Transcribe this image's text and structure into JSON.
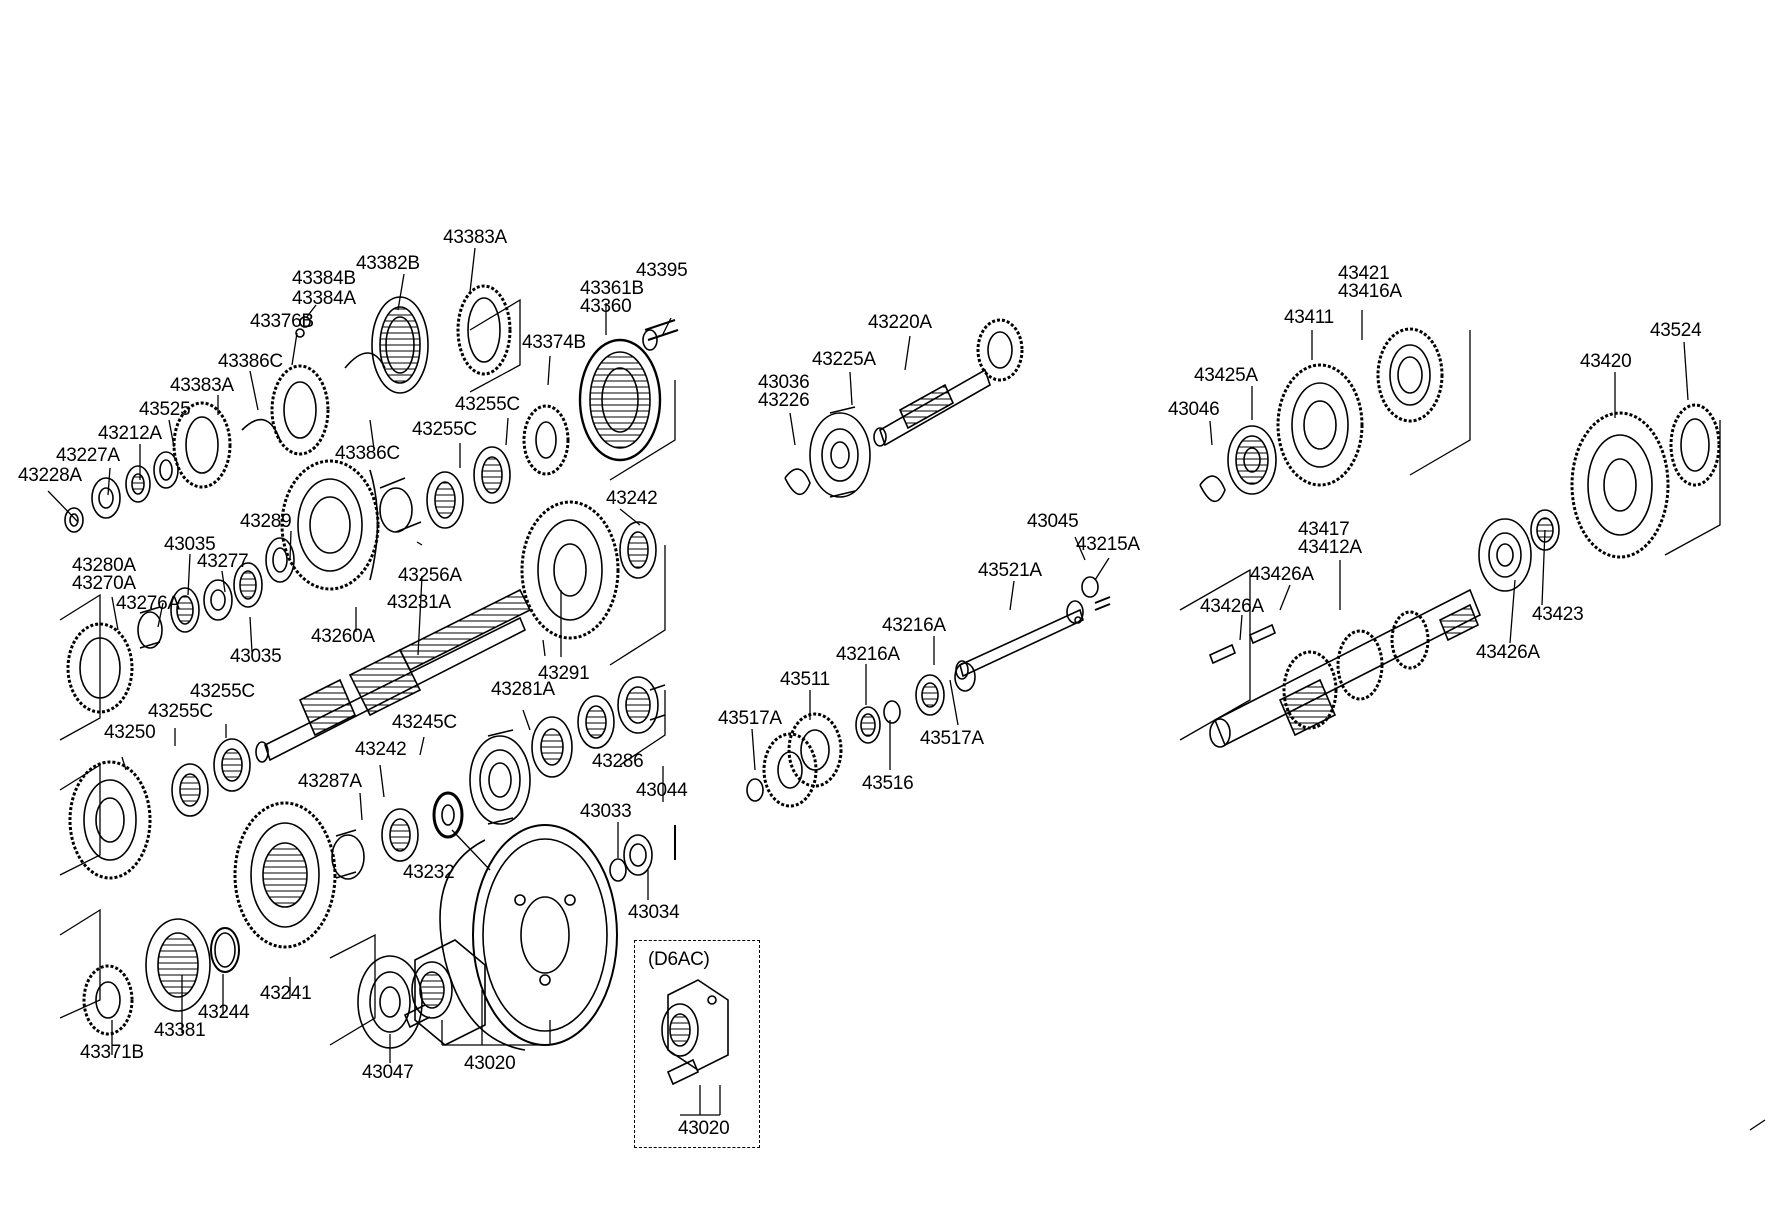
{
  "variant_label": "(D6AC)",
  "parts": {
    "p43383A_top": "43383A",
    "p43384B": "43384B",
    "p43384A": "43384A",
    "p43382B": "43382B",
    "p43395": "43395",
    "p43361B": "43361B",
    "p43360": "43360",
    "p43376B": "43376B",
    "p43374B": "43374B",
    "p43386C_left": "43386C",
    "p43383A_left": "43383A",
    "p43255C_upper1": "43255C",
    "p43525": "43525",
    "p43255C_upper2": "43255C",
    "p43212A": "43212A",
    "p43386C_right": "43386C",
    "p43227A": "43227A",
    "p43228A": "43228A",
    "p43242_upper": "43242",
    "p43289": "43289",
    "p43035_top": "43035",
    "p43277": "43277",
    "p43280A": "43280A",
    "p43270A": "43270A",
    "p43256A": "43256A",
    "p43276A": "43276A",
    "p43231A": "43231A",
    "p43260A": "43260A",
    "p43035_bottom": "43035",
    "p43291": "43291",
    "p43255C_lower1": "43255C",
    "p43281A": "43281A",
    "p43255C_lower2": "43255C",
    "p43245C": "43245C",
    "p43250": "43250",
    "p43242_lower": "43242",
    "p43286": "43286",
    "p43287A": "43287A",
    "p43044": "43044",
    "p43033": "43033",
    "p43232": "43232",
    "p43034": "43034",
    "p43244": "43244",
    "p43241": "43241",
    "p43381": "43381",
    "p43371B": "43371B",
    "p43047": "43047",
    "p43020_main": "43020",
    "p43020_variant": "43020",
    "p43220A": "43220A",
    "p43225A": "43225A",
    "p43036": "43036",
    "p43226": "43226",
    "p43045": "43045",
    "p43215A": "43215A",
    "p43521A": "43521A",
    "p43216A_1": "43216A",
    "p43216A_2": "43216A",
    "p43511": "43511",
    "p43517A_left": "43517A",
    "p43517A_right": "43517A",
    "p43516": "43516",
    "p43421": "43421",
    "p43416A": "43416A",
    "p43411": "43411",
    "p43524": "43524",
    "p43425A": "43425A",
    "p43420": "43420",
    "p43046": "43046",
    "p43417": "43417",
    "p43412A": "43412A",
    "p43426A_1": "43426A",
    "p43426A_2": "43426A",
    "p43423": "43423",
    "p43426A_3": "43426A"
  }
}
